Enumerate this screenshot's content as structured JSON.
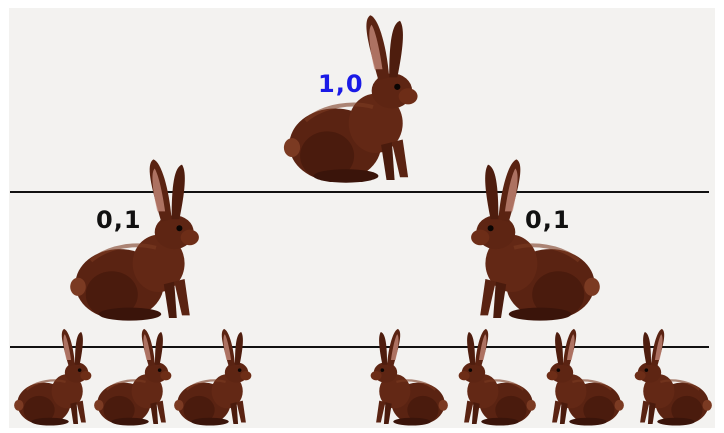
{
  "labels": {
    "top": "1,0",
    "middle_left": "0,1",
    "middle_right": "0,1"
  },
  "colors": {
    "top_label": "#1a1ae6",
    "middle_labels": "#111111",
    "rabbit_body": "#5a2312",
    "rabbit_shade": "#3a140a",
    "rabbit_light": "#7b3a22",
    "ear_inner": "#c98e7e",
    "line": "#111111"
  },
  "rows": {
    "top_count": 1,
    "middle_count": 2,
    "bottom_count": 7
  }
}
